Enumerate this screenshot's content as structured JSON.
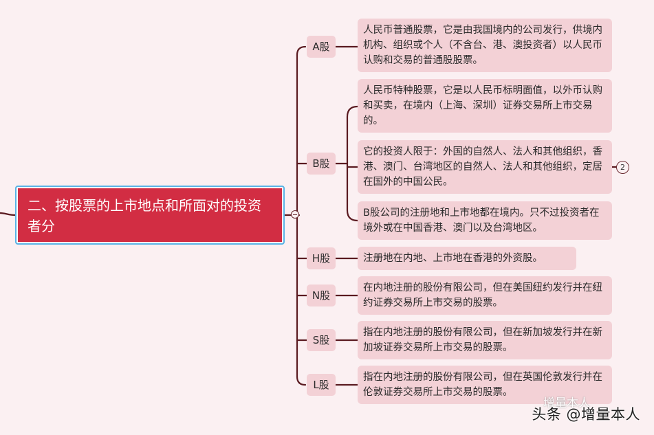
{
  "root": {
    "label": "二、按股票的上市地点和所面对的投资者分"
  },
  "branches": [
    {
      "label": "A股",
      "leaves": [
        "人民币普通股票，它是由我国境内的公司发行，供境内机构、组织或个人（不含台、港、澳投资者）以人民币认购和交易的普通股股票。"
      ]
    },
    {
      "label": "B股",
      "leaves": [
        "人民币特种股票，它是以人民币标明面值，以外币认购和买卖，在境内（上海、深圳）证券交易所上市交易的。",
        "它的投资人限于：外国的自然人、法人和其他组织，香港、澳门、台湾地区的自然人、法人和其他组织，定居在国外的中国公民。",
        "B股公司的注册地和上市地都在境内。只不过投资者在境外或在中国香港、澳门以及台湾地区。"
      ],
      "count": "2"
    },
    {
      "label": "H股",
      "leaves": [
        "注册地在内地、上市地在香港的外资股。"
      ]
    },
    {
      "label": "N股",
      "leaves": [
        "在内地注册的股份有限公司，但在美国纽约发行并在纽约证券交易所上市交易的股票。"
      ]
    },
    {
      "label": "S股",
      "leaves": [
        "指在内地注册的股份有限公司，但在新加坡发行并在新加坡证券交易所上市交易的股票。"
      ]
    },
    {
      "label": "L股",
      "leaves": [
        "指在内地注册的股份有限公司，但在英国伦敦发行并在伦敦证券交易所上市交易的股票。"
      ]
    }
  ],
  "watermark": {
    "text": "头条 @增量本人",
    "faint": "增量本人"
  },
  "colors": {
    "root": "#d22d43",
    "root_border": "#5ab4e6",
    "node": "#f3d1d6",
    "line": "#5a1a20",
    "background": "#fbf0f2"
  }
}
